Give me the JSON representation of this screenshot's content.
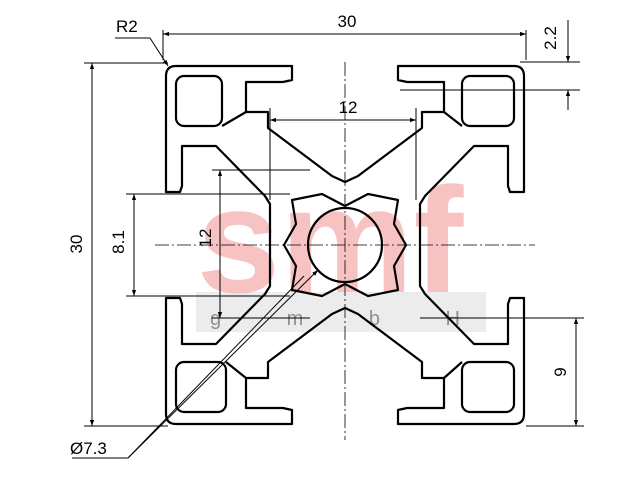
{
  "watermark": {
    "logo_text": "smf",
    "sub_text": "g m b H",
    "logo_color": "#f7bcbc",
    "band_color": "#dcdcdc"
  },
  "dimensions": {
    "radius": "R2",
    "width_top": "30",
    "slot_depth": "2.2",
    "slot_width": "12",
    "height_left": "30",
    "slot_opening": "8.1",
    "core_height": "12",
    "bottom_right": "9",
    "bore_diameter": "Ø7.3"
  }
}
